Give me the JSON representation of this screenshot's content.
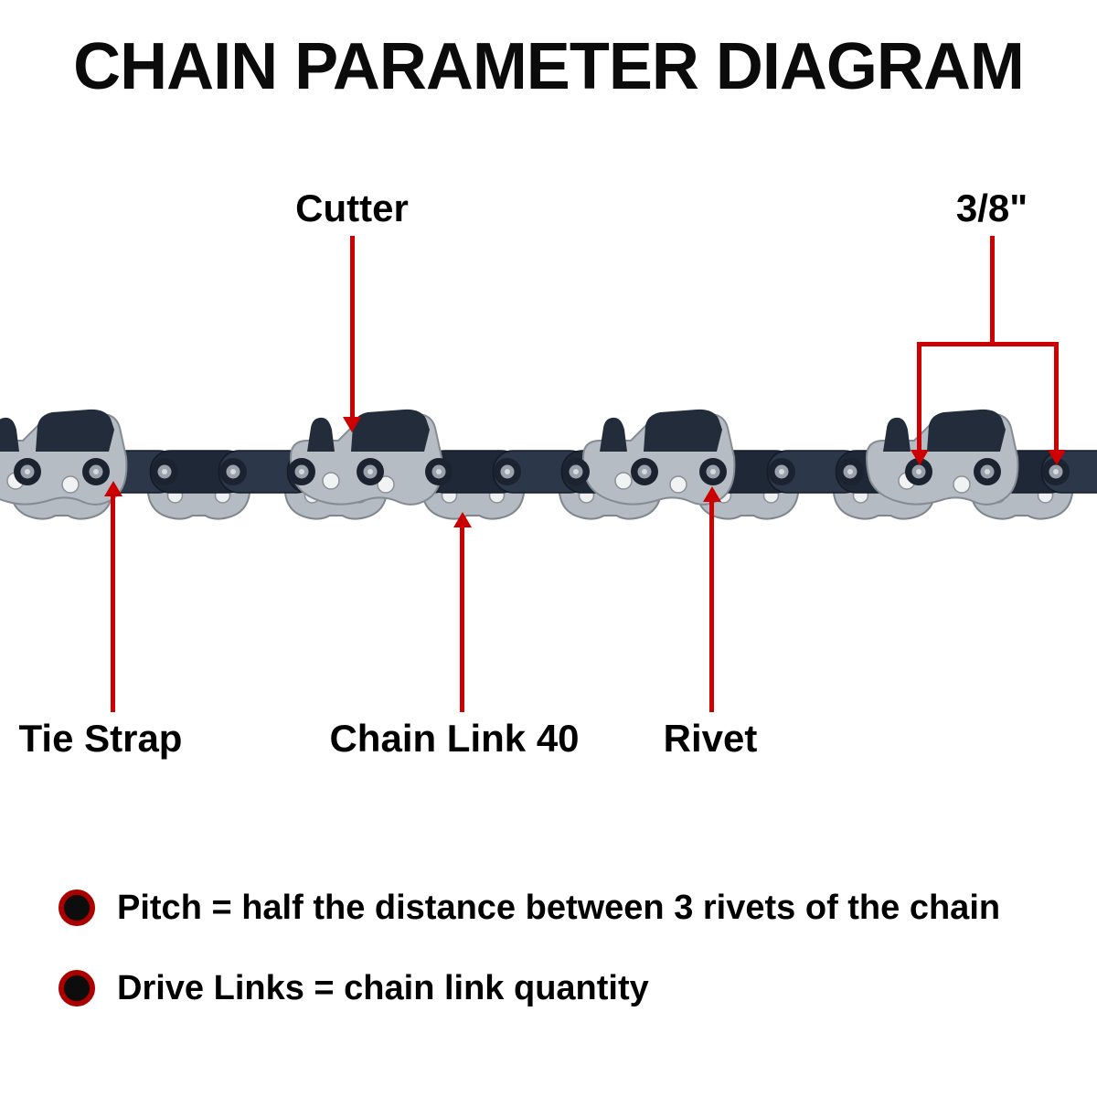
{
  "title": "CHAIN PARAMETER DIAGRAM",
  "labels": {
    "cutter": "Cutter",
    "pitch_measure": "3/8\"",
    "tie_strap": "Tie Strap",
    "chain_link": "Chain Link 40",
    "rivet": "Rivet"
  },
  "notes": [
    {
      "text": "Pitch = half the distance between 3 rivets of the chain"
    },
    {
      "text": "Drive Links = chain link quantity"
    }
  ],
  "colors": {
    "annotation_red": "#cc0000",
    "text_black": "#000000",
    "chain_dark": "#222c3b",
    "chain_silver": "#b6bcc3"
  }
}
